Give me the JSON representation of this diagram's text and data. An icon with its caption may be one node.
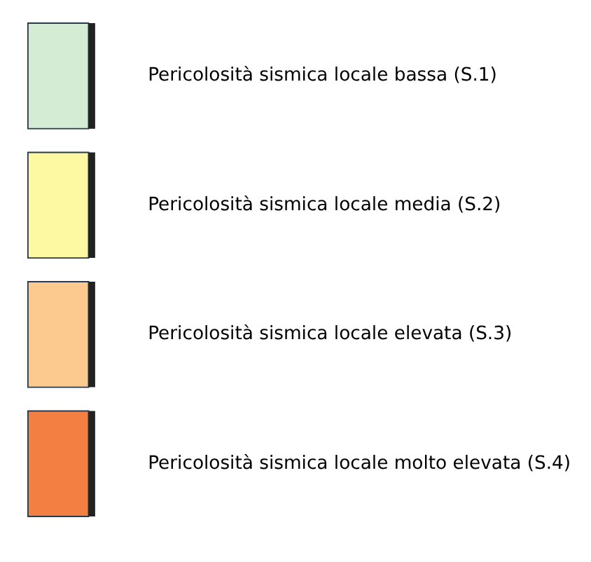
{
  "diagram": {
    "legend": [
      {
        "text": "Pericolosità sismica locale bassa (S.1)",
        "color": "#d5ecd4"
      },
      {
        "text": "Pericolosità sismica locale media (S.2)",
        "color": "#fdf9a3"
      },
      {
        "text": "Pericolosità sismica locale elevata (S.3)",
        "color": "#fcc98e"
      },
      {
        "text": "Pericolosità sismica locale molto elevata (S.4)",
        "color": "#f47f43"
      }
    ]
  }
}
